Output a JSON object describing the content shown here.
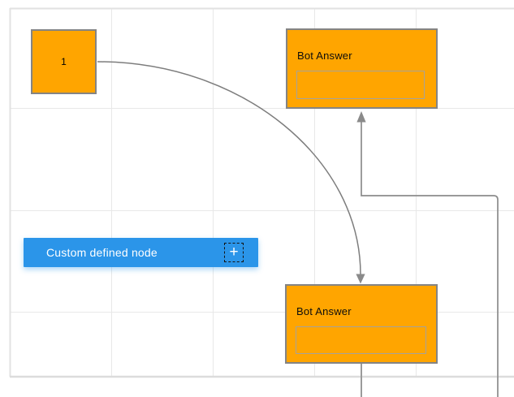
{
  "diagram": {
    "nodes": {
      "start": {
        "label": "1"
      },
      "bot_answer_top": {
        "title": "Bot Answer",
        "input_value": ""
      },
      "bot_answer_bottom": {
        "title": "Bot Answer",
        "input_value": ""
      },
      "custom": {
        "label": "Custom defined node",
        "add_icon": "+"
      }
    },
    "icons": {
      "add_node": "plus-icon"
    },
    "colors": {
      "node_fill_orange": "#ffa500",
      "node_border": "#848484",
      "inner_field_border": "#a6a29a",
      "custom_node_blue": "#2b95e9",
      "custom_node_text": "#ffffff",
      "connector": "#7d7d7d",
      "grid_line": "#e8e8e8",
      "canvas_border": "#dcdcdc",
      "background": "#ffffff"
    }
  }
}
